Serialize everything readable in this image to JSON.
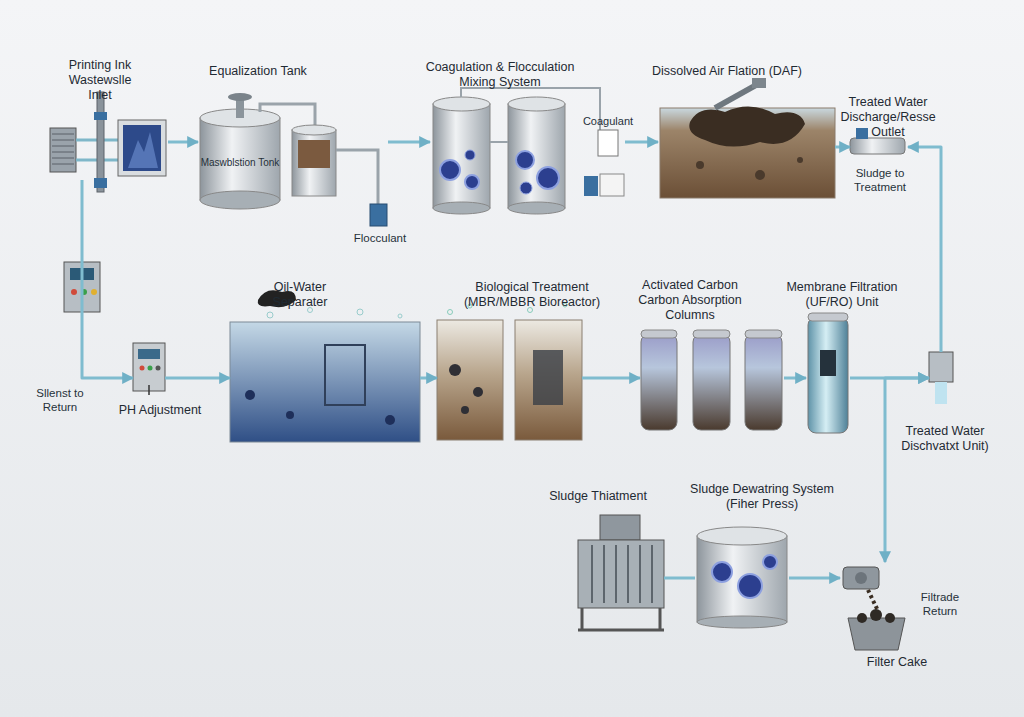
{
  "diagram": {
    "nodes": [
      {
        "text": [
          "Printing Ink Wastewslle Inlet"
        ]
      },
      {
        "text": [
          "Equalization Tank"
        ]
      },
      {
        "text": [
          "Coagulation & Flocculation Mixing System"
        ]
      },
      {
        "text": [
          "Dissolved Air Flation (DAF)"
        ]
      },
      {
        "text": [
          "Treated Water Discharge/Resse Outlet"
        ]
      },
      {
        "text": [
          "PH Adjustment"
        ]
      },
      {
        "text": [
          "Oil-Water Separater"
        ]
      },
      {
        "text": [
          "Biological Treatment (MBR/MBBR Bioreactor)"
        ]
      },
      {
        "text": [
          "Activated Carbon Carbon Absorption Columns"
        ]
      },
      {
        "text": [
          "Membrane Filtration (UF/RO) Unit"
        ]
      },
      {
        "text": [
          "Treated Water Dischvatxt Unit)"
        ]
      },
      {
        "text": [
          "Sludge Thiatment"
        ]
      },
      {
        "text": [
          "Sludge Dewatring System (Fiher Press)"
        ]
      },
      {
        "text": [
          "Filter Cake"
        ]
      }
    ],
    "edges": [
      {
        "from": 0,
        "to": 1,
        "arrow": "to"
      },
      {
        "from": 1,
        "to": 2,
        "arrow": "to"
      },
      {
        "from": 2,
        "to": 3,
        "arrow": "to"
      },
      {
        "from": 3,
        "to": 4,
        "arrow": "to"
      },
      {
        "from": 0,
        "to": 5,
        "arrow": "to"
      },
      {
        "from": 5,
        "to": 6,
        "arrow": "to"
      },
      {
        "from": 6,
        "to": 7,
        "arrow": "to"
      },
      {
        "from": 7,
        "to": 8,
        "arrow": "to"
      },
      {
        "from": 8,
        "to": 9,
        "arrow": "to"
      },
      {
        "from": 9,
        "to": 10,
        "arrow": "to"
      },
      {
        "from": 10,
        "to": 4,
        "arrow": "to"
      },
      {
        "from": 11,
        "to": 12,
        "arrow": "none"
      },
      {
        "from": 12,
        "to": 13,
        "arrow": "to"
      },
      {
        "from": 13,
        "to": 10,
        "arrow": "both"
      }
    ],
    "labels": [
      "Maswblstion Tonk",
      "Flocculant",
      "Coagulant",
      "Sludge to Treatment",
      "Sllenst to Return",
      "Filtrade Return"
    ]
  }
}
